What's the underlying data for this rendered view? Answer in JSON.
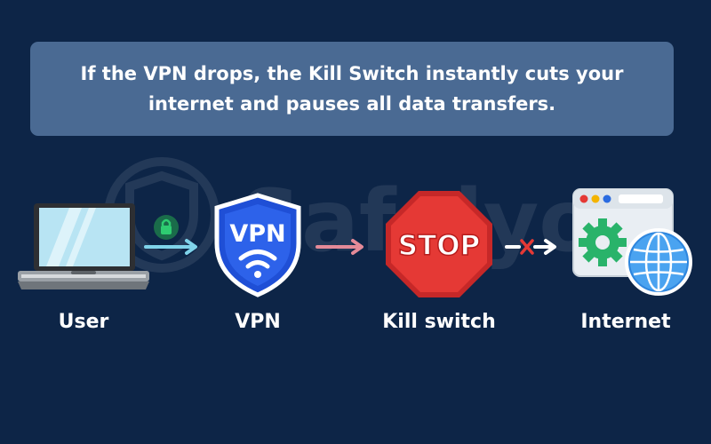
{
  "banner": {
    "text": "If the VPN drops, the Kill Switch instantly cuts your internet and pauses all data transfers."
  },
  "watermark": {
    "text": "Safelyo"
  },
  "nodes": [
    {
      "id": "user",
      "label": "User",
      "icon": "laptop-icon"
    },
    {
      "id": "vpn",
      "label": "VPN",
      "icon": "vpn-shield-icon",
      "badge": "VPN"
    },
    {
      "id": "kill-switch",
      "label": "Kill switch",
      "icon": "stop-sign-icon",
      "badge": "STOP"
    },
    {
      "id": "internet",
      "label": "Internet",
      "icon": "browser-globe-icon"
    }
  ],
  "connectors": [
    {
      "from": "user",
      "to": "vpn",
      "style": "solid",
      "icon": "lock-icon"
    },
    {
      "from": "vpn",
      "to": "kill-switch",
      "style": "solid"
    },
    {
      "from": "kill-switch",
      "to": "internet",
      "style": "dashed-blocked",
      "icon": "x-icon"
    }
  ],
  "colors": {
    "background": "#0d2547",
    "banner": "#4a6a93",
    "vpn_shield": "#1f4fd6",
    "stop_sign": "#e53935",
    "arrow_user_vpn": "#7fd3ea",
    "arrow_vpn_kill": "#e48a98",
    "block_x": "#e53935"
  }
}
